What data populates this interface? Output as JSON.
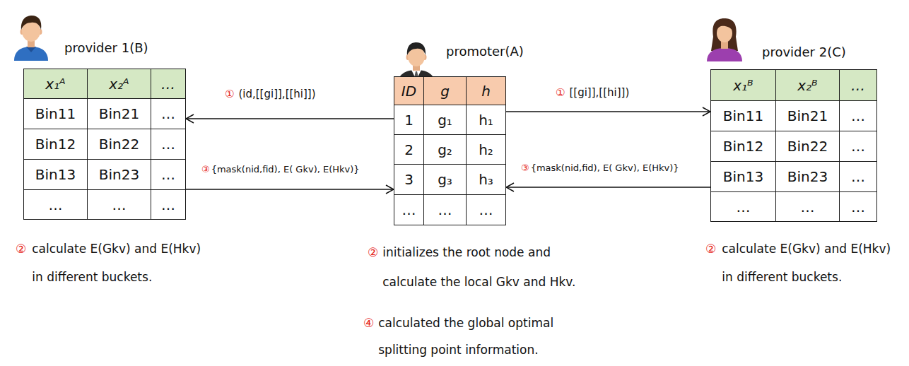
{
  "diagram": {
    "nodes": [
      {
        "text": [
          "provider 1(B)"
        ]
      },
      {
        "text": [
          "x₁ᴬ"
        ],
        "in": 0
      },
      {
        "text": [
          "x₂ᴬ"
        ],
        "in": 0
      },
      {
        "text": [
          "…"
        ],
        "in": 0
      },
      {
        "text": [
          "Bin11"
        ],
        "in": 0
      },
      {
        "text": [
          "Bin21"
        ],
        "in": 0
      },
      {
        "text": [
          "…"
        ],
        "in": 0
      },
      {
        "text": [
          "Bin12"
        ],
        "in": 0
      },
      {
        "text": [
          "Bin22"
        ],
        "in": 0
      },
      {
        "text": [
          "…"
        ],
        "in": 0
      },
      {
        "text": [
          "Bin13"
        ],
        "in": 0
      },
      {
        "text": [
          "Bin23"
        ],
        "in": 0
      },
      {
        "text": [
          "…"
        ],
        "in": 0
      },
      {
        "text": [
          "…"
        ],
        "in": 0
      },
      {
        "text": [
          "…"
        ],
        "in": 0
      },
      {
        "text": [
          "…"
        ],
        "in": 0
      },
      {
        "text": [
          "promoter(A)"
        ]
      },
      {
        "text": [
          "ID"
        ],
        "in": 16
      },
      {
        "text": [
          "g"
        ],
        "in": 16
      },
      {
        "text": [
          "h"
        ],
        "in": 16
      },
      {
        "text": [
          "1"
        ],
        "in": 16
      },
      {
        "text": [
          "g₁"
        ],
        "in": 16
      },
      {
        "text": [
          "h₁"
        ],
        "in": 16
      },
      {
        "text": [
          "2"
        ],
        "in": 16
      },
      {
        "text": [
          "g₂"
        ],
        "in": 16
      },
      {
        "text": [
          "h₂"
        ],
        "in": 16
      },
      {
        "text": [
          "3"
        ],
        "in": 16
      },
      {
        "text": [
          "g₃"
        ],
        "in": 16
      },
      {
        "text": [
          "h₃"
        ],
        "in": 16
      },
      {
        "text": [
          "…"
        ],
        "in": 16
      },
      {
        "text": [
          "…"
        ],
        "in": 16
      },
      {
        "text": [
          "…"
        ],
        "in": 16
      },
      {
        "text": [
          "provider 2(C)"
        ]
      },
      {
        "text": [
          "x₁ᴮ"
        ],
        "in": 32
      },
      {
        "text": [
          "x₂ᴮ"
        ],
        "in": 32
      },
      {
        "text": [
          "…"
        ],
        "in": 32
      },
      {
        "text": [
          "Bin11"
        ],
        "in": 32
      },
      {
        "text": [
          "Bin21"
        ],
        "in": 32
      },
      {
        "text": [
          "…"
        ],
        "in": 32
      },
      {
        "text": [
          "Bin12"
        ],
        "in": 32
      },
      {
        "text": [
          "Bin22"
        ],
        "in": 32
      },
      {
        "text": [
          "…"
        ],
        "in": 32
      },
      {
        "text": [
          "Bin13"
        ],
        "in": 32
      },
      {
        "text": [
          "Bin23"
        ],
        "in": 32
      },
      {
        "text": [
          "…"
        ],
        "in": 32
      },
      {
        "text": [
          "…"
        ],
        "in": 32
      },
      {
        "text": [
          "…"
        ],
        "in": 32
      },
      {
        "text": [
          "…"
        ],
        "in": 32
      }
    ],
    "edges": [
      {
        "from": 16,
        "to": 0,
        "arrow": "to",
        "label": "(id,[[gi]],[[hi]])"
      },
      {
        "from": 16,
        "to": 32,
        "arrow": "to",
        "label": "[[gi]],[[hi]])"
      },
      {
        "from": 0,
        "to": 16,
        "arrow": "to",
        "label": "{mask(nid,fid), E( Gkv), E(Hkv)}"
      },
      {
        "from": 32,
        "to": 16,
        "arrow": "to",
        "label": "{mask(nid,fid), E( Gkv), E(Hkv)}"
      }
    ],
    "labels": [
      "①",
      "①",
      "③",
      "③",
      "②",
      "calculate E(Gkv) and E(Hkv) in different buckets.",
      "②",
      "initializes the root node and calculate the local Gkv and Hkv.",
      "②",
      "calculate E(Gkv) and E(Hkv) in different buckets.",
      "④",
      "calculated the global optimal splitting point information."
    ]
  }
}
